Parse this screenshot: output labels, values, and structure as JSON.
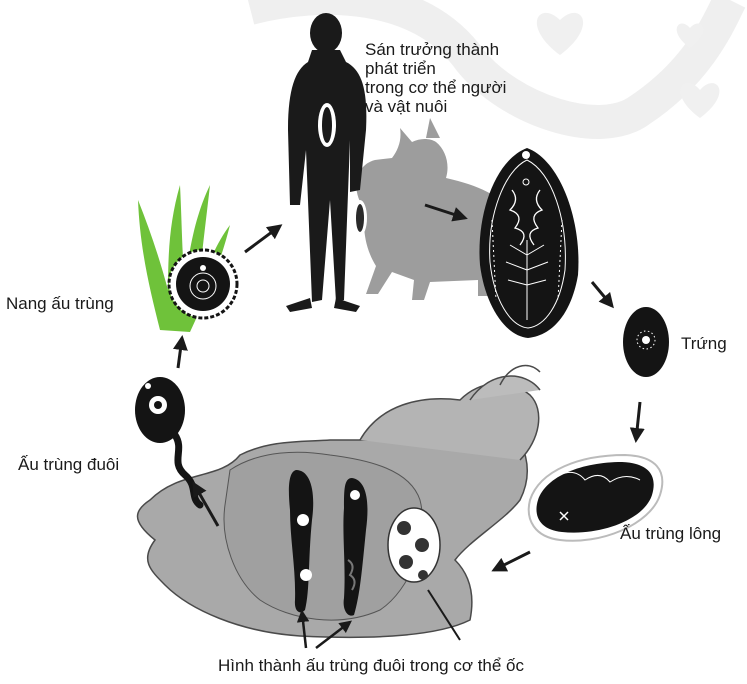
{
  "labels": {
    "adult_line1": "Sán trưởng thành",
    "adult_line2": "phát triển",
    "adult_line3": "trong cơ thể người",
    "adult_line4": "và vật nuôi",
    "egg": "Trứng",
    "miracidium": "Ấu trùng lông",
    "metacercaria": "Nang ấu trùng",
    "cercaria": "Ấu trùng đuôi",
    "snail_stage": "Hình thành ấu trùng đuôi trong cơ thể ốc"
  },
  "icons": [
    "human-silhouette",
    "sheep-silhouette",
    "liver-fluke",
    "egg",
    "miracidium",
    "snail",
    "grass",
    "cyst",
    "cercaria",
    "cycle-arrow"
  ],
  "colors": {
    "silhouette": "#1a1a1a",
    "sheep": "#9d9d9d",
    "snail": "#a9a9a9",
    "grass": "#6fc23a",
    "background_ring": "#ececec",
    "text": "#1a1a1a"
  }
}
